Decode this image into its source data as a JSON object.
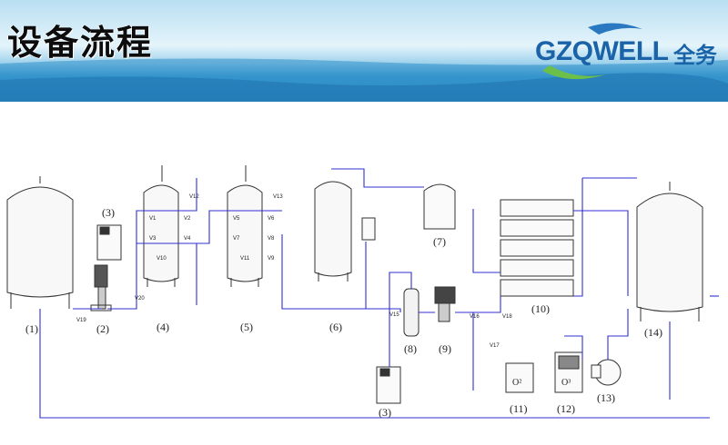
{
  "header": {
    "title": "设备流程",
    "brand": {
      "name": "GZQWELL",
      "suffix": "全务"
    }
  },
  "colors": {
    "pipe": "#3030d0",
    "outline": "#333333",
    "sea": "#2f8fc9",
    "sky": "#cfeaf7",
    "brand": "#1a63a8",
    "brand_green": "#6cc04a"
  },
  "diagram": {
    "equipment_labels": [
      "(1)",
      "(2)",
      "(3)",
      "(4)",
      "(5)",
      "(6)",
      "(7)",
      "(8)",
      "(9)",
      "(10)",
      "(11)",
      "(12)",
      "(13)",
      "(14)",
      "(3)"
    ],
    "valve_labels": [
      "V1",
      "V2",
      "V3",
      "V4",
      "V5",
      "V6",
      "V7",
      "V8",
      "V9",
      "V10",
      "V11",
      "V12",
      "V13",
      "V15",
      "V16",
      "V17",
      "V18",
      "V19",
      "V20"
    ],
    "ozone_labels": {
      "oxygen": "O²",
      "ozone": "O³"
    }
  }
}
